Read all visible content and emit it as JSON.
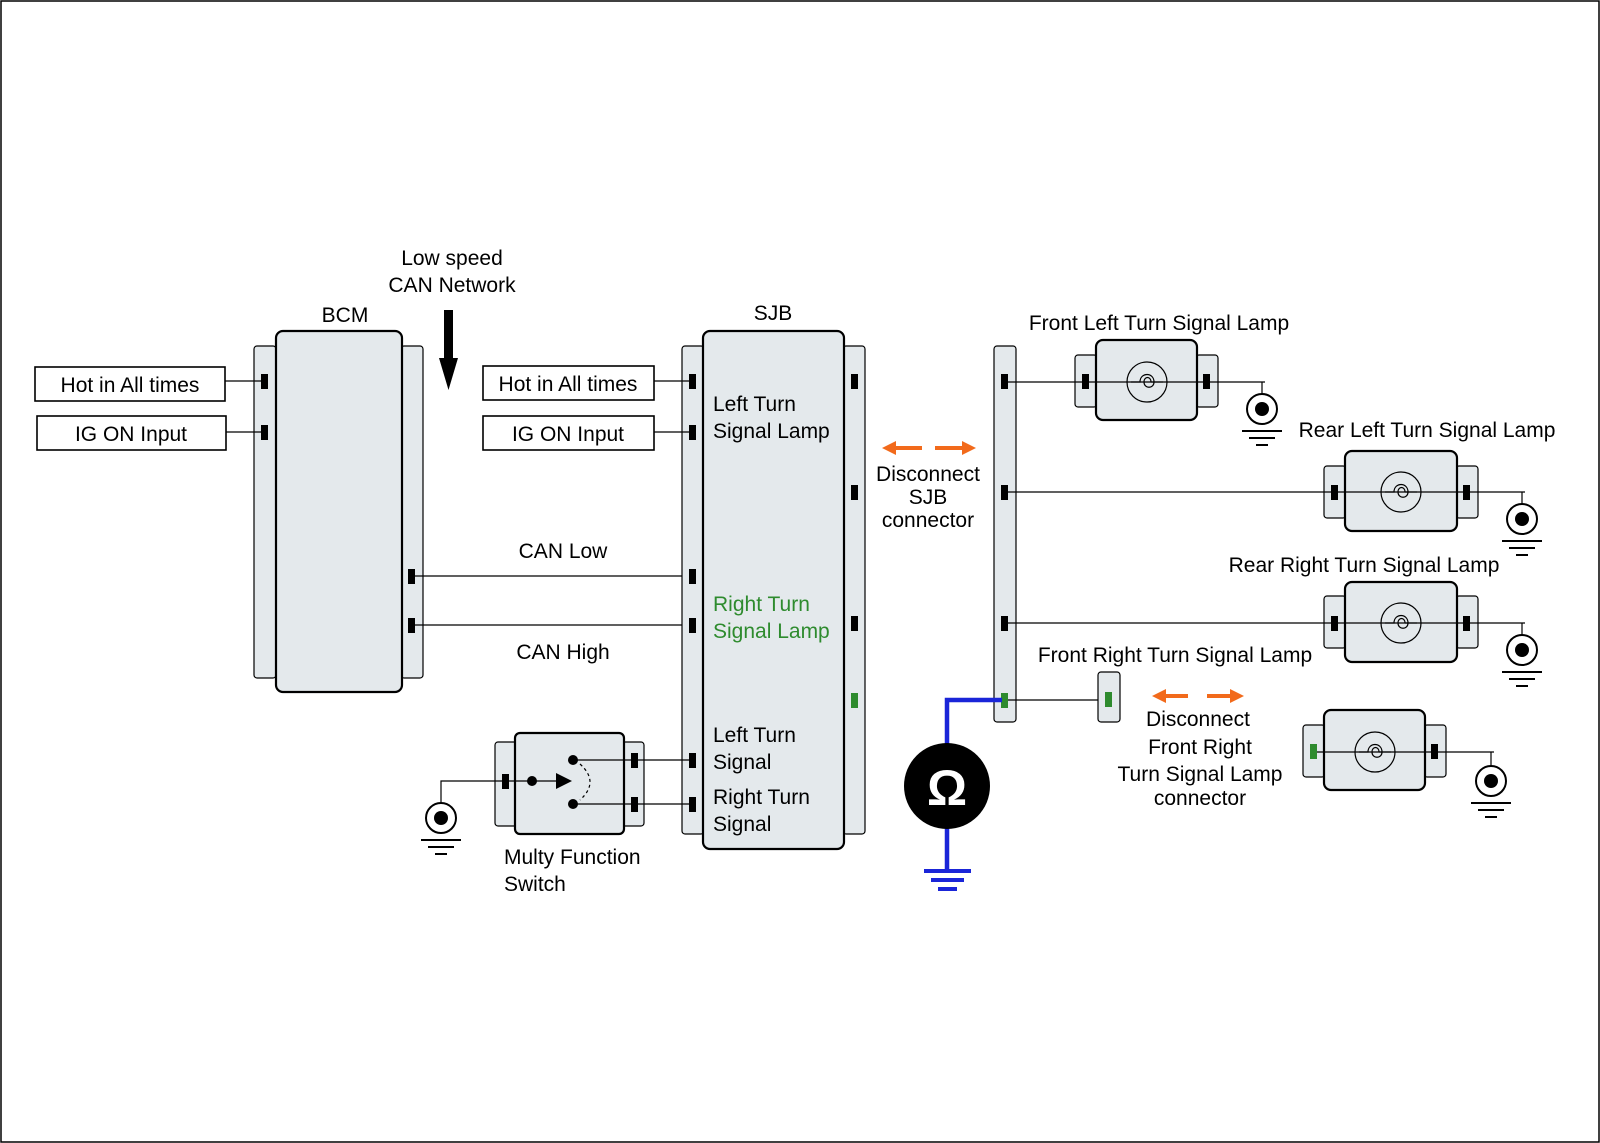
{
  "network_label": {
    "line1": "Low speed",
    "line2": "CAN Network"
  },
  "bcm": {
    "title": "BCM",
    "inputs": [
      "Hot in All times",
      "IG ON Input"
    ]
  },
  "sjb": {
    "title": "SJB",
    "inputs": [
      "Hot in All times",
      "IG ON Input"
    ],
    "labels": {
      "left_lamp": [
        "Left Turn",
        "Signal Lamp"
      ],
      "right_lamp": [
        "Right Turn",
        "Signal Lamp"
      ],
      "left_signal": [
        "Left Turn",
        "Signal"
      ],
      "right_signal": [
        "Right Turn",
        "Signal"
      ]
    }
  },
  "can": {
    "low": "CAN Low",
    "high": "CAN High"
  },
  "switch": {
    "line1": "Multy Function",
    "line2": "Switch"
  },
  "disconnect_sjb": [
    "Disconnect",
    "SJB",
    "connector"
  ],
  "disconnect_front_right": [
    "Disconnect",
    "Front Right",
    "Turn Signal Lamp",
    "connector"
  ],
  "lamps": {
    "front_left": "Front Left Turn Signal Lamp",
    "rear_left": "Rear Left Turn Signal Lamp",
    "rear_right": "Rear Right Turn Signal Lamp",
    "front_right": "Front Right Turn Signal Lamp"
  },
  "meter": {
    "symbol": "Ω"
  },
  "colors": {
    "highlight": "#2e8b2e",
    "meter_wire": "#1a25d8",
    "arrow": "#f26a1b",
    "panel": "#e4e9ec"
  },
  "icons": [
    "ground-icon",
    "bulb-icon",
    "ohmmeter-icon",
    "arrow-down-icon",
    "double-arrow-icon",
    "switch-icon"
  ]
}
